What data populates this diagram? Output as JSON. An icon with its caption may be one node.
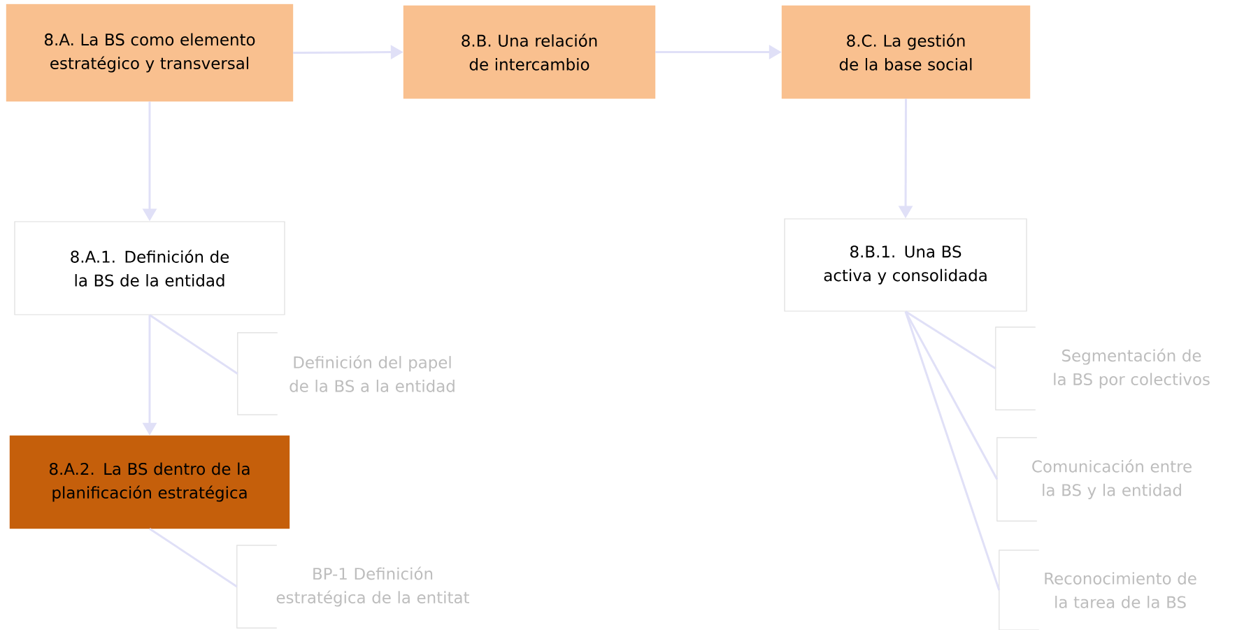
{
  "diagram": {
    "nodes": [
      {
        "text": [
          "8.A. La BS como elemento estratégico y transversal"
        ]
      },
      {
        "text": [
          "8.B. Una relación de intercambio"
        ]
      },
      {
        "text": [
          "8.C. La gestión de la base social"
        ]
      },
      {
        "text": [
          "8.A.1. Definición de la BS de la entidad"
        ]
      },
      {
        "text": [
          "Definición del papel de la BS a la entidad"
        ]
      },
      {
        "text": [
          "8.A.2. La BS dentro de la planificación estratégica"
        ]
      },
      {
        "text": [
          "BP-1 Definición estratégica de la entitat"
        ]
      },
      {
        "text": [
          "8.B.1. Una BS activa y consolidada"
        ]
      },
      {
        "text": [
          "Segmentación de la BS por colectivos"
        ]
      },
      {
        "text": [
          "Comunicación entre la BS y la entidad"
        ]
      },
      {
        "text": [
          "Reconocimiento de la tarea de la BS"
        ]
      }
    ],
    "edges": [
      {
        "from": 0,
        "to": 1,
        "arrow": "to"
      },
      {
        "from": 1,
        "to": 2,
        "arrow": "to"
      },
      {
        "from": 0,
        "to": 3,
        "arrow": "to"
      },
      {
        "from": 3,
        "to": 4,
        "arrow": "none"
      },
      {
        "from": 3,
        "to": 5,
        "arrow": "to"
      },
      {
        "from": 5,
        "to": 6,
        "arrow": "none"
      },
      {
        "from": 2,
        "to": 7,
        "arrow": "to"
      },
      {
        "from": 7,
        "to": 8,
        "arrow": "none"
      },
      {
        "from": 7,
        "to": 9,
        "arrow": "none"
      },
      {
        "from": 7,
        "to": 10,
        "arrow": "none"
      }
    ]
  }
}
